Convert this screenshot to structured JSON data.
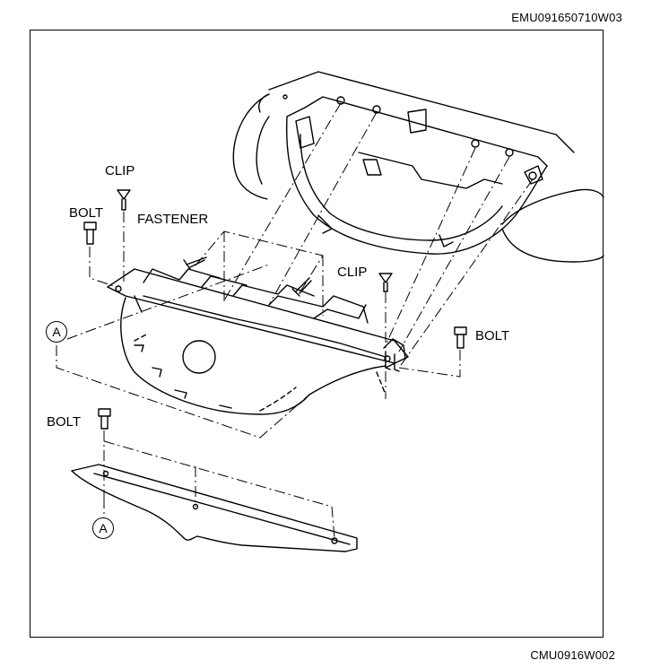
{
  "document_code": "EMU091650710W03",
  "figure_code": "CMU0916W002",
  "callouts": {
    "clip_upper": "CLIP",
    "bolt_upper_left": "BOLT",
    "fastener": "FASTENER",
    "clip_right": "CLIP",
    "bolt_right": "BOLT",
    "bolt_lower": "BOLT"
  },
  "reference_markers": {
    "a_upper": "A",
    "a_lower": "A"
  },
  "colors": {
    "line": "#000000",
    "background": "#ffffff"
  }
}
